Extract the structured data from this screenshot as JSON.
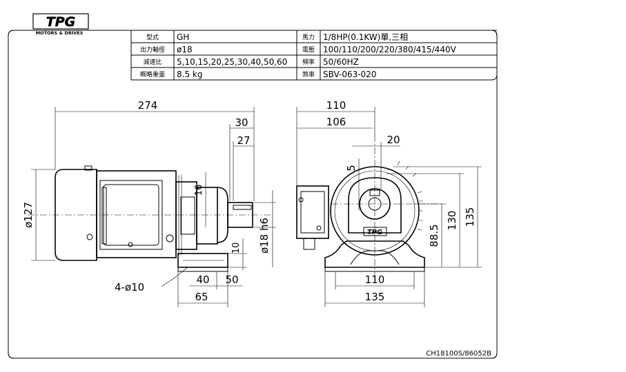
{
  "brand": {
    "logo_text": "TPG",
    "tagline": "MOTORS & DRIVES"
  },
  "spec_table": {
    "rows": [
      {
        "label1": "型式",
        "value1": "GH",
        "label2": "馬力",
        "value2": "1/8HP(0.1KW)單,三相"
      },
      {
        "label1": "出力軸徑",
        "value1": "ø18",
        "label2": "電壓",
        "value2": "100/110/200/220/380/415/440V"
      },
      {
        "label1": "減速比",
        "value1": "5,10,15,20,25,30,40,50,60",
        "label2": "頻率",
        "value2": "50/60HZ"
      },
      {
        "label1": "概略重量",
        "value1": "8.5 kg",
        "label2": "煞車",
        "value2": "SBV-063-020"
      }
    ]
  },
  "side_view": {
    "dim_overall_length": "274",
    "dim_shaft_30": "30",
    "dim_shaft_27": "27",
    "dim_key_16": "16",
    "dim_shaft_dia": "ø18 h6",
    "dim_foot_10": "10",
    "dim_foot_40": "40",
    "dim_foot_50": "50",
    "dim_foot_65": "65",
    "dim_motor_dia": "ø127",
    "label_mount_holes": "4-ø10"
  },
  "front_view": {
    "dim_110_top": "110",
    "dim_106": "106",
    "dim_20": "20",
    "dim_5": "5",
    "dim_88_5": "88.5",
    "dim_130": "130",
    "dim_135_right": "135",
    "dim_110_bottom": "110",
    "dim_135_bottom": "135",
    "hub_logo": "TPG"
  },
  "drawing_number": "CH18100S/86052B"
}
